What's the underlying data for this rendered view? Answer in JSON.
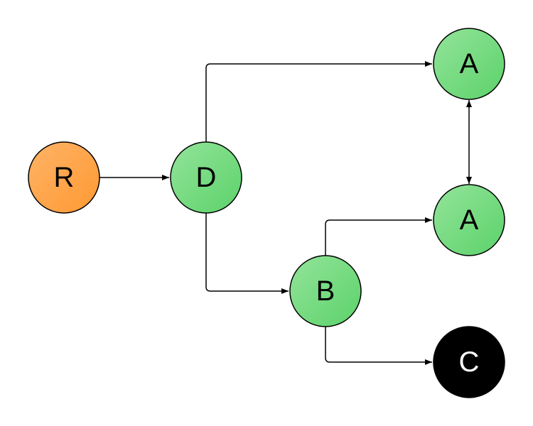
{
  "colors": {
    "root_fill_top": "#ffb366",
    "root_fill_bottom": "#ff9933",
    "green_fill_top": "#93e49a",
    "green_fill_bottom": "#5cd26a",
    "black_fill": "#000000",
    "stroke": "#000000",
    "label_dark": "#000000",
    "label_light": "#ffffff"
  },
  "nodes": [
    {
      "id": "r",
      "label": "R",
      "style": "root"
    },
    {
      "id": "d",
      "label": "D",
      "style": "green"
    },
    {
      "id": "a1",
      "label": "A",
      "style": "green"
    },
    {
      "id": "a2",
      "label": "A",
      "style": "green"
    },
    {
      "id": "b",
      "label": "B",
      "style": "green"
    },
    {
      "id": "c",
      "label": "C",
      "style": "black"
    }
  ],
  "edges": [
    {
      "from": "r",
      "to": "d",
      "direction": "forward"
    },
    {
      "from": "d",
      "to": "a1",
      "direction": "forward"
    },
    {
      "from": "d",
      "to": "b",
      "direction": "forward"
    },
    {
      "from": "b",
      "to": "a2",
      "direction": "forward"
    },
    {
      "from": "b",
      "to": "c",
      "direction": "forward"
    },
    {
      "from": "a1",
      "to": "a2",
      "direction": "both"
    }
  ]
}
